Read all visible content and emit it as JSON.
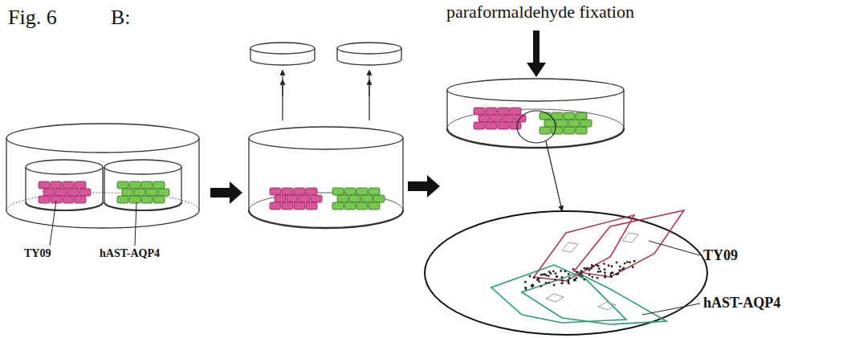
{
  "diagram": {
    "title": "Fig. 6",
    "labels": [
      "B:",
      "paraformaldehyde fixation",
      "TY09",
      "hAST-AQP4",
      "TY09",
      "hAST-AQP4"
    ]
  }
}
